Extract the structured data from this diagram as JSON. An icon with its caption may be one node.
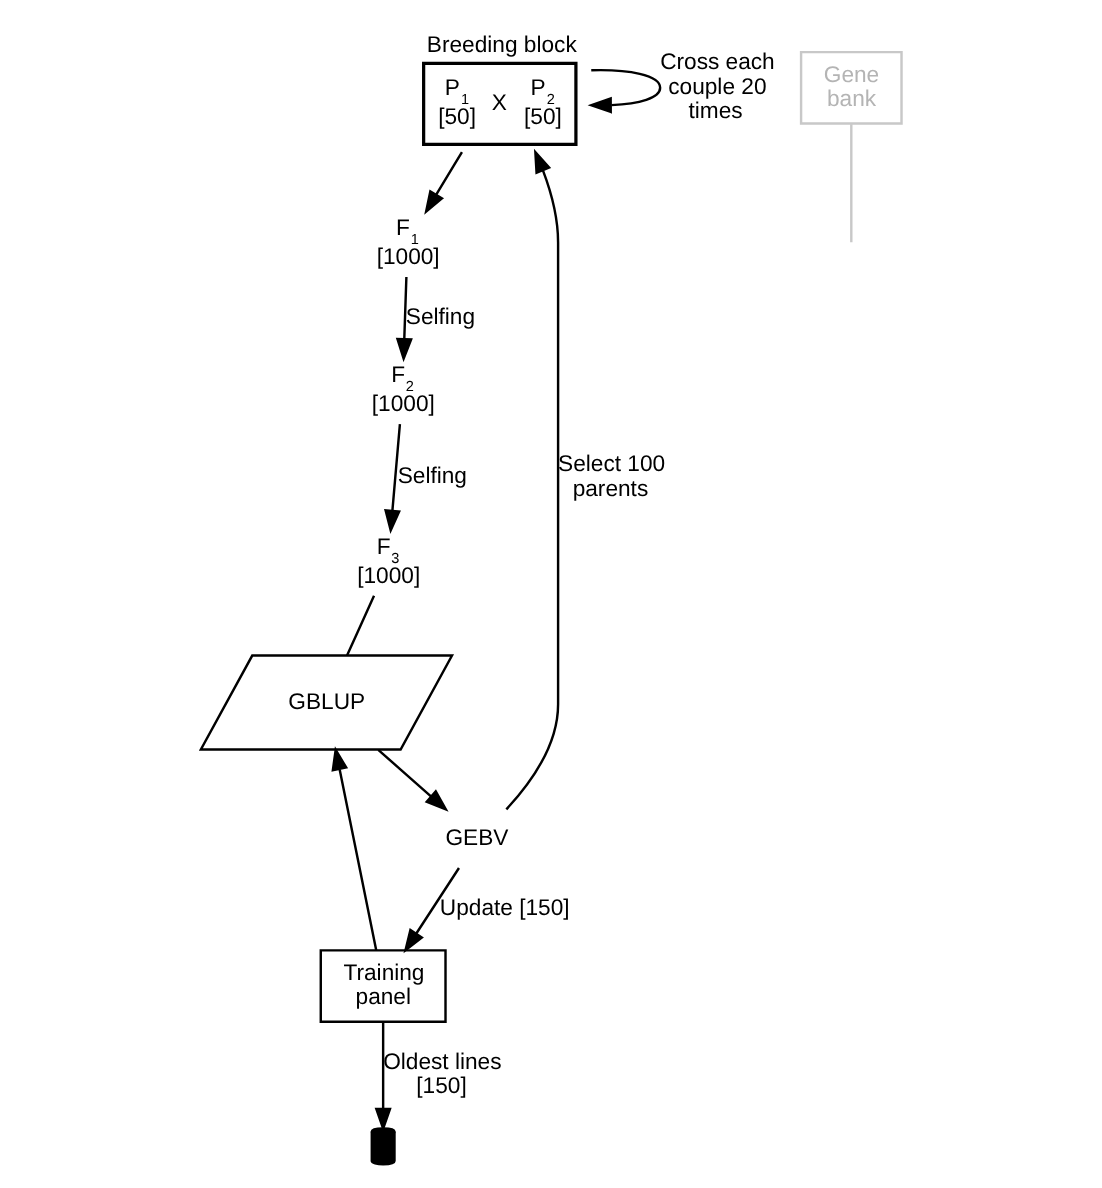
{
  "diagram": {
    "nodes": [
      {
        "text": [
          "Breeding block",
          "P$_{1}$ [50]",
          "X",
          "P$_{2}$ [50]"
        ]
      },
      {
        "text": [
          "F$_{1}$ [1000]"
        ]
      },
      {
        "text": [
          "F$_{2}$ [1000]"
        ]
      },
      {
        "text": [
          "F$_{3}$ [1000]"
        ]
      },
      {
        "text": [
          "GBLUP"
        ]
      },
      {
        "text": [
          "GEBV"
        ]
      },
      {
        "text": [
          "Training panel"
        ]
      },
      {
        "text": [],
        "shape": "bin"
      },
      {
        "text": [
          "Gene bank"
        ]
      }
    ],
    "edges": [
      {
        "from": 0,
        "to": 0,
        "arrow": "to",
        "label": "Cross each couple 20 times"
      },
      {
        "from": 0,
        "to": 1,
        "arrow": "to"
      },
      {
        "from": 1,
        "to": 2,
        "arrow": "to",
        "label": "Selfing"
      },
      {
        "from": 2,
        "to": 3,
        "arrow": "to",
        "label": "Selfing"
      },
      {
        "from": 3,
        "to": 4,
        "arrow": "none"
      },
      {
        "from": 6,
        "to": 4,
        "arrow": "to"
      },
      {
        "from": 4,
        "to": 5,
        "arrow": "to"
      },
      {
        "from": 5,
        "to": 0,
        "arrow": "to",
        "label": "Select 100 parents"
      },
      {
        "from": 5,
        "to": 6,
        "arrow": "to",
        "label": "Update [150]"
      },
      {
        "from": 6,
        "to": 7,
        "arrow": "to",
        "label": "Oldest lines [150]"
      },
      {
        "from": 8,
        "to": null,
        "arrow": "none",
        "color": "#c8c8c8"
      }
    ]
  }
}
